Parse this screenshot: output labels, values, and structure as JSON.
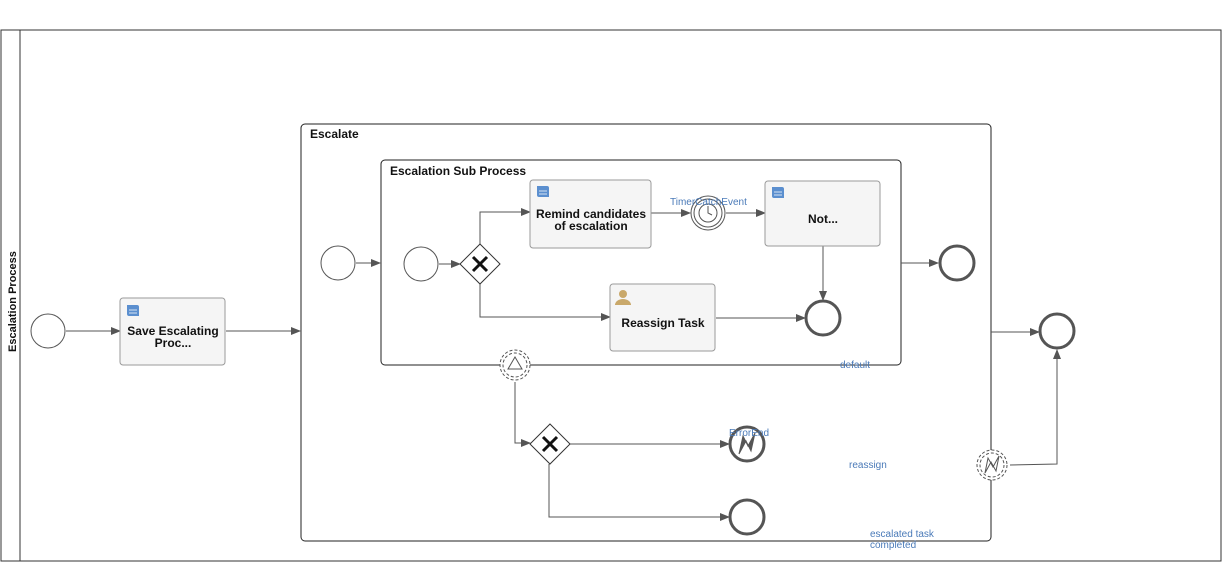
{
  "pool": {
    "label": "Escalation Process"
  },
  "containers": {
    "escalate": "Escalate",
    "escalation_sub_process": "Escalation Sub Process"
  },
  "tasks": {
    "save_escalating": [
      "Save Escalating",
      "Proc..."
    ],
    "remind_candidates": [
      "Remind candidates",
      "of escalation"
    ],
    "not_task": [
      "Not..."
    ],
    "reassign_task": [
      "Reassign Task"
    ]
  },
  "labels": {
    "timer": "TimerCatchEvent",
    "error_end": "ErrorEnd",
    "default": "default",
    "reassign": "reassign",
    "escalated_line1": "escalated task",
    "escalated_line2": "completed"
  },
  "colors": {
    "task_fill": "#f5f5f5",
    "task_stroke": "#9a9a9a",
    "event_stroke": "#555555",
    "label_blue": "#4a7ab8",
    "script_icon": "#5b8fcf",
    "user_icon": "#c9a86a"
  },
  "icons": {
    "script": "script-task-icon",
    "user": "user-task-icon",
    "gateway": "exclusive-gateway-x-icon",
    "timer": "timer-icon",
    "error": "error-lightning-icon",
    "signal": "signal-triangle-icon"
  }
}
